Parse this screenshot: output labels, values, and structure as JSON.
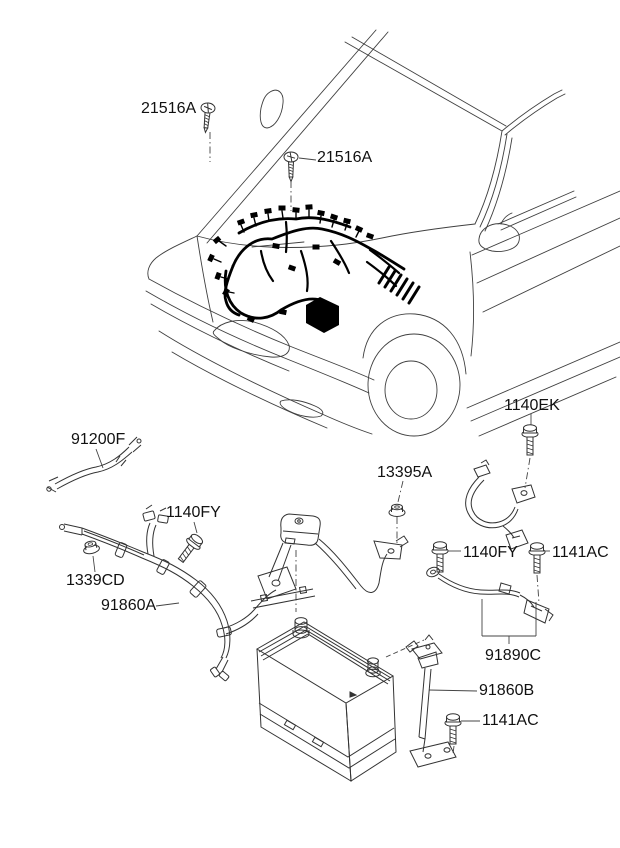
{
  "diagram": {
    "kind": "automotive-parts-diagram",
    "subject": "engine wiring and battery cables",
    "labels": {
      "screw_top_left": "21516A",
      "screw_windshield": "21516A",
      "ground_cable_small": "91200F",
      "bolt_1140ek": "1140EK",
      "nut_13395a": "13395A",
      "bolt_1140fy_left": "1140FY",
      "nut_1339cd": "1339CD",
      "battery_wiring_main": "91860A",
      "bolt_1140fy_right": "1140FY",
      "bolt_1141ac_upper": "1141AC",
      "ground_cable_bracket": "91890C",
      "battery_negative_cable": "91860B",
      "bolt_1141ac_lower": "1141AC"
    },
    "colors": {
      "line": "#3f3f3f",
      "harness": "#000000",
      "background": "#ffffff"
    }
  }
}
